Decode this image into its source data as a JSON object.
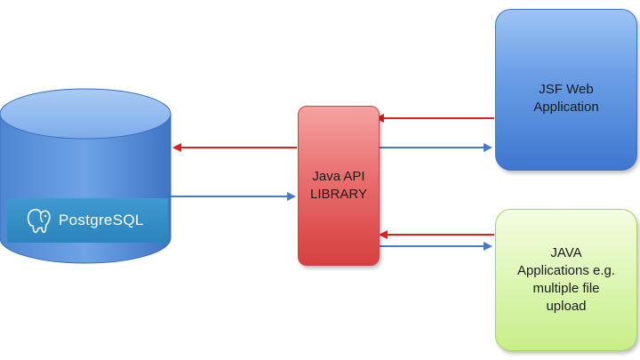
{
  "diagram": {
    "database": {
      "logo_text": "PostgreSQL"
    },
    "library": {
      "label": "Java API\nLIBRARY"
    },
    "clients": [
      {
        "label": "JSF Web\nApplication"
      },
      {
        "label": "JAVA\nApplications e.g.\nmultiple file\nupload"
      }
    ]
  },
  "colors": {
    "db_fill": "#5b95dd",
    "library_fill": "#ea6e6e",
    "jsf_fill": "#6b9fe6",
    "java_apps_fill": "#dff7b8",
    "arrow_red": "#e02020",
    "arrow_blue": "#4a78c4"
  }
}
